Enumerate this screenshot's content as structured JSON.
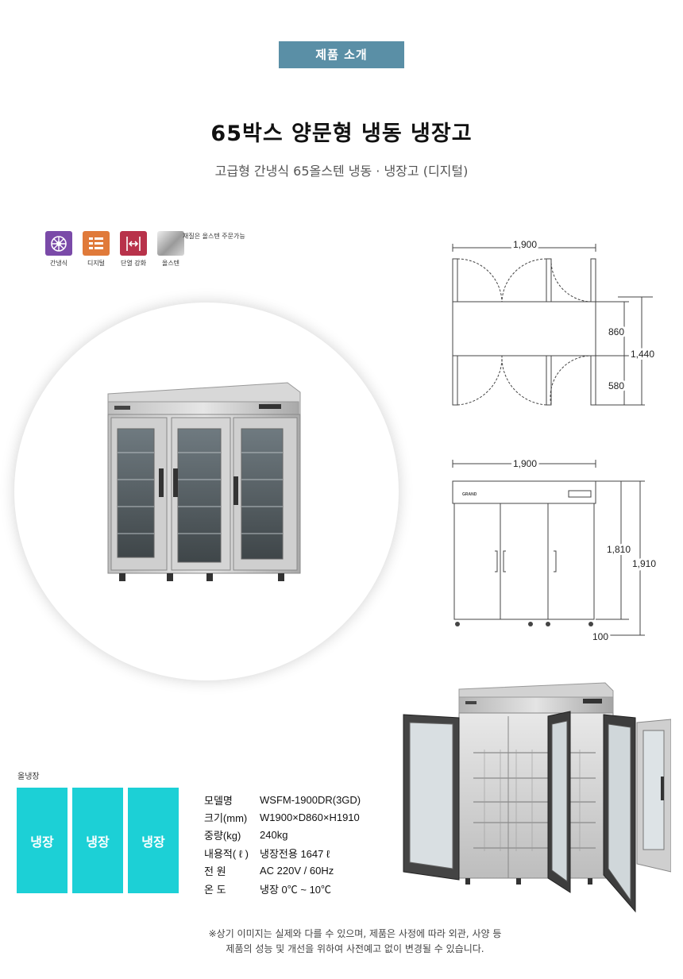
{
  "header": {
    "badge": "제품 소개",
    "title": "65박스 양문형 냉동 냉장고",
    "subtitle": "고급형 간냉식 65올스텐 냉동 · 냉장고 (디지털)"
  },
  "features": [
    {
      "icon": "fan-cooling-icon",
      "label": "간냉식",
      "color": "#7a4aa8"
    },
    {
      "icon": "digital-display-icon",
      "label": "디지털",
      "color": "#e07a3a"
    },
    {
      "icon": "insulation-icon",
      "label": "단열 강화",
      "color": "#b8324a"
    },
    {
      "icon": "stainless-steel-icon",
      "label": "올스텐",
      "color": "#bdbdbd"
    }
  ],
  "material_note": "재질은 올스텐 주문가능",
  "top_view": {
    "width": "1,900",
    "depth_a": "860",
    "depth_b": "580",
    "depth_total": "1,440"
  },
  "front_view": {
    "width": "1,900",
    "height_body": "1,810",
    "height_total": "1,910",
    "leg": "100",
    "brand": "GRAND"
  },
  "cold_type": {
    "label": "올냉장",
    "tiles": [
      "냉장",
      "냉장",
      "냉장"
    ]
  },
  "specs": [
    {
      "key": "모델명",
      "value": "WSFM-1900DR(3GD)"
    },
    {
      "key": "크기(mm)",
      "value": "W1900×D860×H1910"
    },
    {
      "key": "중량(kg)",
      "value": "240kg"
    },
    {
      "key": "내용적( ℓ )",
      "value": "냉장전용 1647 ℓ"
    },
    {
      "key": "전 원",
      "value": "AC 220V / 60Hz"
    },
    {
      "key": "온 도",
      "value": "냉장 0℃ ~ 10℃"
    }
  ],
  "disclaimer": {
    "line1": "※상기 이미지는 실제와 다를 수 있으며, 제품은 사정에 따라 외관, 사양 등",
    "line2": "제품의 성능 및 개선을 위하여 사전예고 없이 변경될 수 있습니다."
  },
  "colors": {
    "badge": "#5a8fa6",
    "tile": "#1cd0d6"
  }
}
